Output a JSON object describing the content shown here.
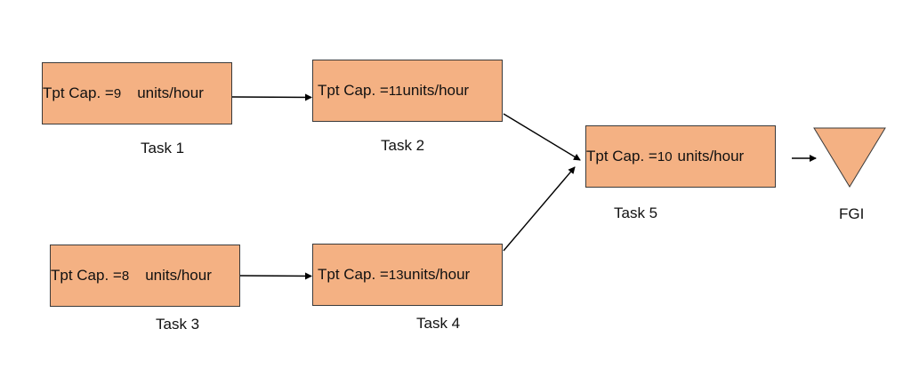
{
  "colors": {
    "box_fill": "#f4b183",
    "box_border": "#3a3a3a",
    "arrow": "#000000"
  },
  "tasks": [
    {
      "name": "Task 1",
      "prefix": "Tpt Cap. = ",
      "value": "9",
      "suffix": "units/hour"
    },
    {
      "name": "Task 2",
      "prefix": "Tpt Cap. =",
      "value": "11",
      "suffix": "units/hour"
    },
    {
      "name": "Task 3",
      "prefix": "Tpt Cap. = ",
      "value": "8",
      "suffix": "units/hour"
    },
    {
      "name": "Task 4",
      "prefix": "Tpt Cap. =",
      "value": "13",
      "suffix": "units/hour"
    },
    {
      "name": "Task 5",
      "prefix": "Tpt Cap. = ",
      "value": "10",
      "suffix": "units/hour"
    }
  ],
  "fgi": {
    "label": "FGI",
    "shape": "inverted-triangle-icon"
  }
}
